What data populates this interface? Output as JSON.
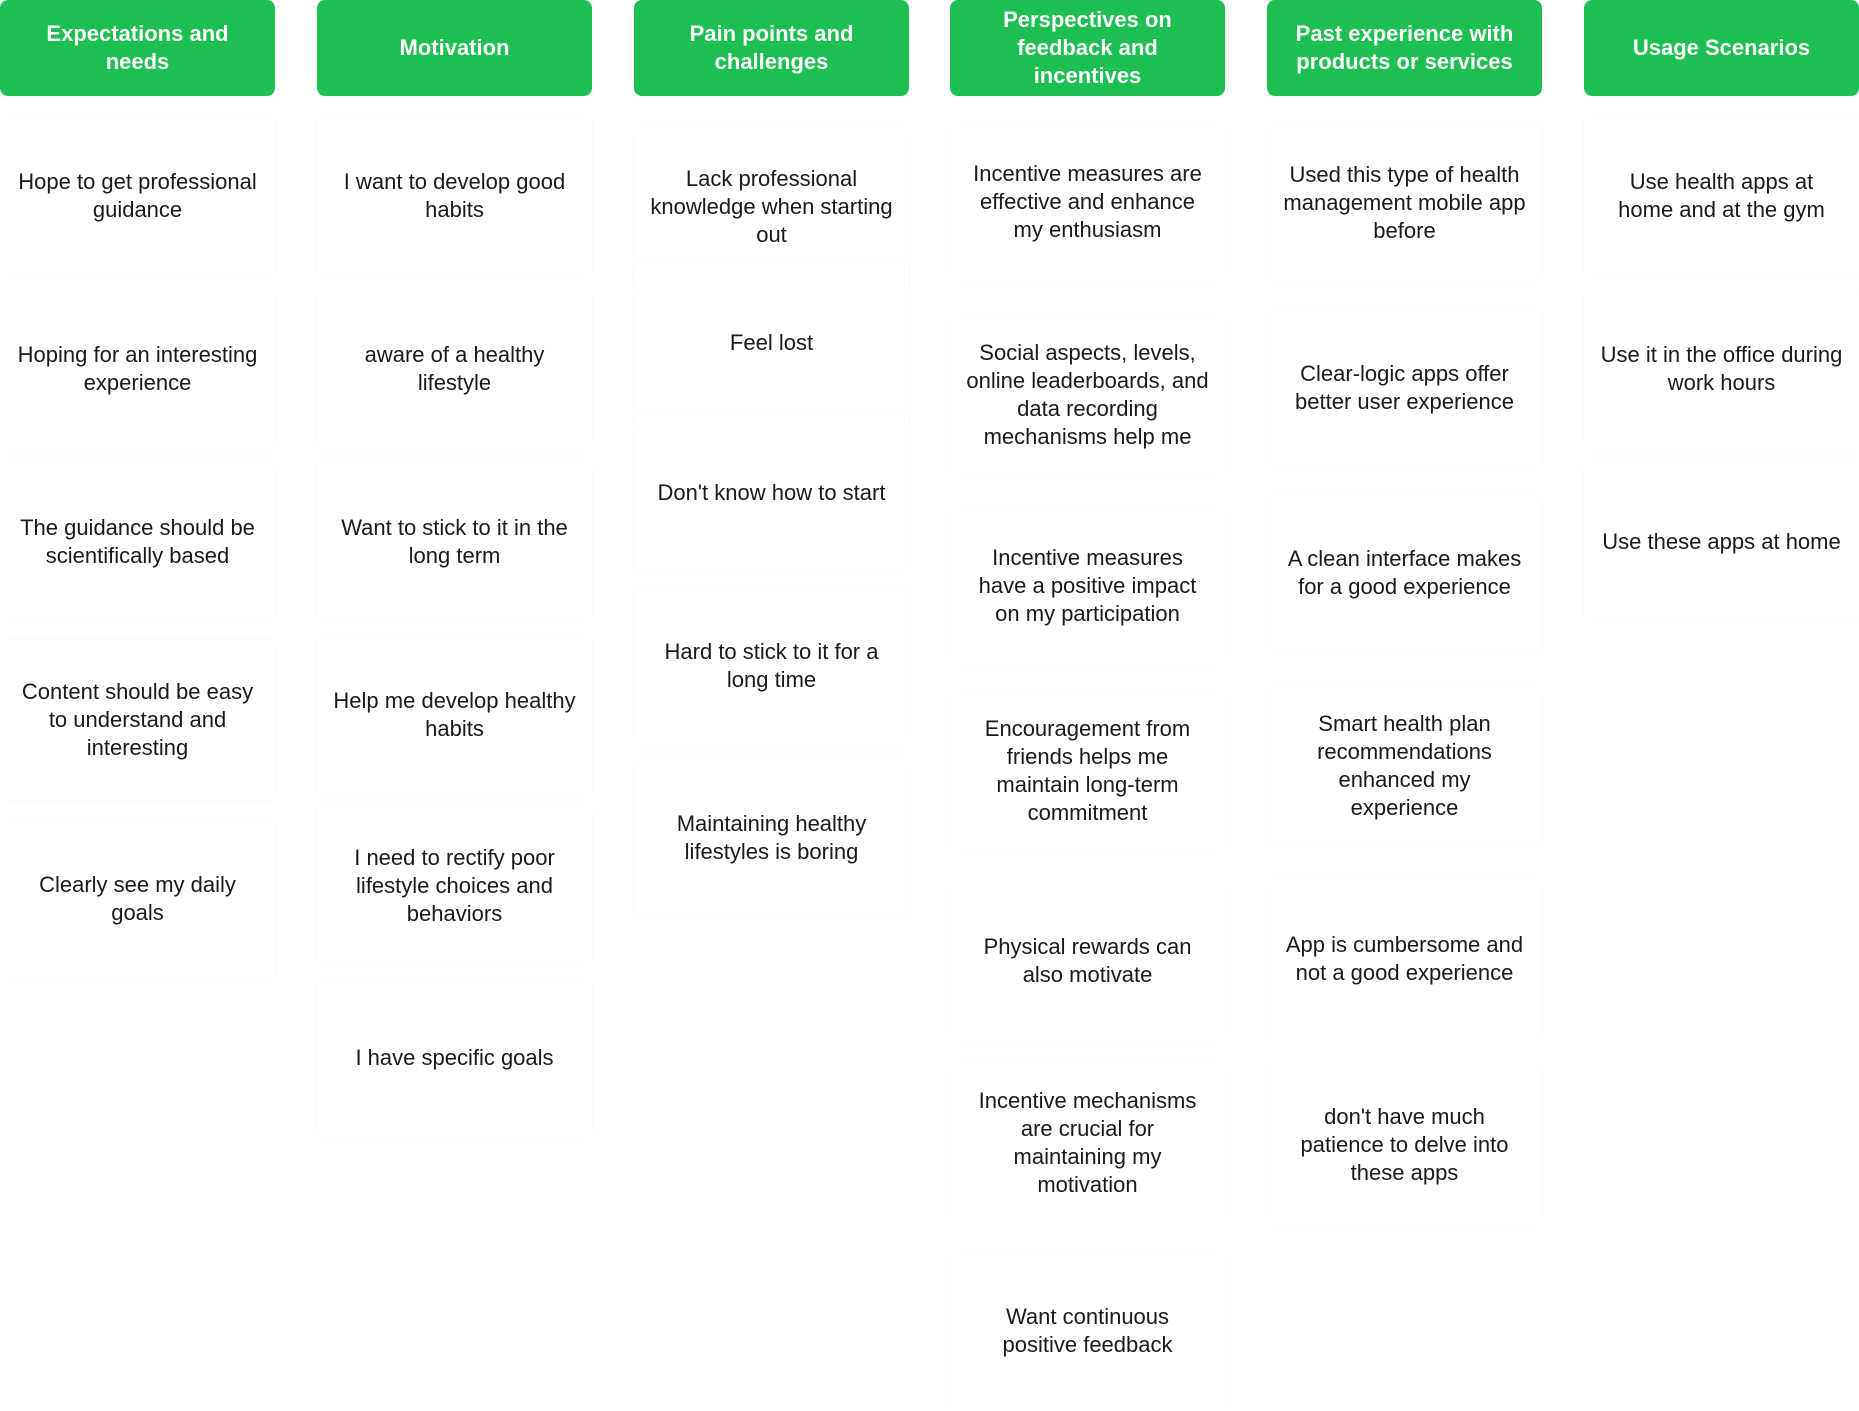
{
  "colors": {
    "header_bg": "#1cbf50",
    "header_text": "#ffffff",
    "note_text": "#1a1a1a",
    "background": "#ffffff"
  },
  "columns": [
    {
      "title": "Expectations and needs",
      "notes": [
        "Hope to get professional guidance",
        "Hoping for an interesting experience",
        "The guidance should be scientifically based",
        "Content should be easy to understand and interesting",
        "Clearly see my daily goals"
      ]
    },
    {
      "title": "Motivation",
      "notes": [
        "I want to develop good habits",
        "aware of a healthy lifestyle",
        "Want to stick to it in the long term",
        "Help me develop healthy habits",
        "I need to rectify poor lifestyle choices and behaviors",
        "I have specific goals"
      ]
    },
    {
      "title": "Pain points and challenges",
      "notes": [
        "Lack professional knowledge when starting out",
        "Feel lost",
        "Don't know how to start",
        "Hard to stick to it for a long time",
        "Maintaining healthy lifestyles is boring"
      ]
    },
    {
      "title": "Perspectives on feedback and incentives",
      "notes": [
        "Incentive measures are effective and enhance my enthusiasm",
        "Social aspects, levels, online leaderboards, and data recording mechanisms help me",
        "Incentive measures have a positive impact on my participation",
        "Encouragement from friends helps me maintain long-term commitment",
        "Physical rewards can also motivate",
        "Incentive mechanisms are crucial for maintaining my motivation",
        "Want continuous positive feedback"
      ]
    },
    {
      "title": "Past experience with products or services",
      "notes": [
        "Used this type of health management mobile app before",
        "Clear-logic apps offer better user experience",
        "A clean interface makes for a good experience",
        "Smart health plan recommendations enhanced my experience",
        "App is cumbersome and not a good experience",
        "don't have much patience to delve into these apps"
      ]
    },
    {
      "title": "Usage Scenarios",
      "notes": [
        "Use health apps at home and at the gym",
        "Use it in the office during work hours",
        "Use these apps at home"
      ]
    }
  ]
}
